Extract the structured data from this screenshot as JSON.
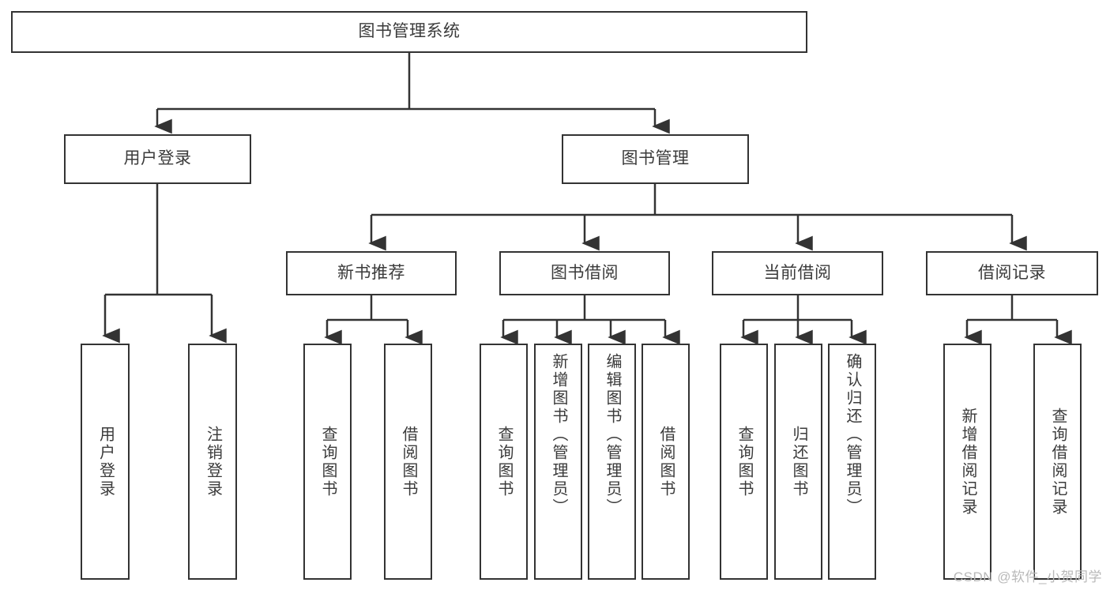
{
  "diagram": {
    "title": "图书管理系统",
    "watermark": "CSDN @软件_小贺同学",
    "stroke_color": "#333333",
    "text_color": "#3b3b3b",
    "background_color": "#ffffff",
    "root": {
      "label": "图书管理系统"
    },
    "level2": [
      {
        "label": "用户登录"
      },
      {
        "label": "图书管理"
      }
    ],
    "level3": [
      {
        "label": "新书推荐"
      },
      {
        "label": "图书借阅"
      },
      {
        "label": "当前借阅"
      },
      {
        "label": "借阅记录"
      }
    ],
    "leaves": {
      "user_login": [
        {
          "label": "用户登录"
        },
        {
          "label": "注销登录"
        }
      ],
      "new_book": [
        {
          "label": "查询图书"
        },
        {
          "label": "借阅图书"
        }
      ],
      "book_borrow": [
        {
          "label": "查询图书"
        },
        {
          "label": "新增图书（管理员）"
        },
        {
          "label": "编辑图书（管理员）"
        },
        {
          "label": "借阅图书"
        }
      ],
      "current_borrow": [
        {
          "label": "查询图书"
        },
        {
          "label": "归还图书"
        },
        {
          "label": "确认归还（管理员）"
        }
      ],
      "borrow_record": [
        {
          "label": "新增借阅记录"
        },
        {
          "label": "查询借阅记录"
        }
      ]
    }
  }
}
